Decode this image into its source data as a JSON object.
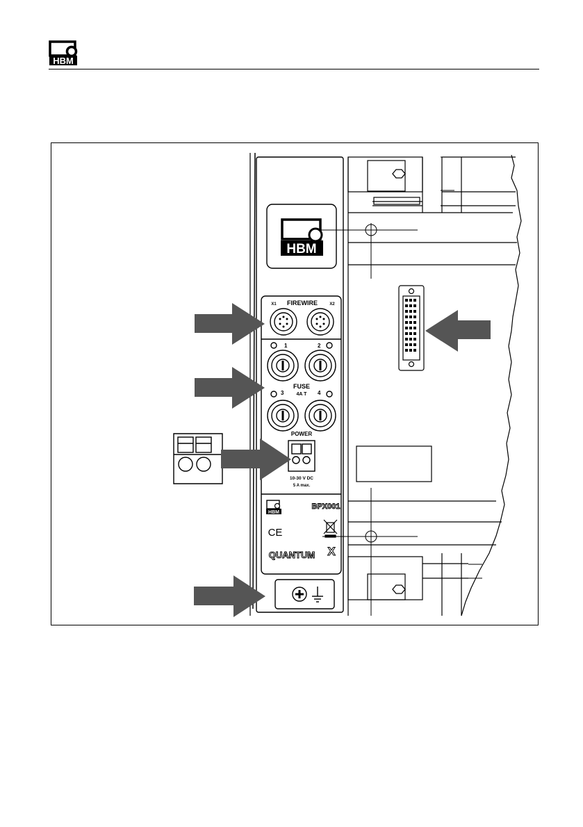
{
  "header": {
    "logo_text": "HBM"
  },
  "figure": {
    "module_logo_text": "HBM",
    "firewire": {
      "label": "FIREWIRE",
      "port_x1": "X1",
      "port_x2": "X2"
    },
    "fuse": {
      "label": "FUSE",
      "rating": "4A T",
      "numbers": [
        "1",
        "2",
        "3",
        "4"
      ]
    },
    "power": {
      "label": "POWER",
      "voltage": "10-30 V DC",
      "current": "5 A max."
    },
    "small_logo_text": "HBM",
    "model": "BPX001",
    "ce_mark": "CE",
    "brand": "QUANTUM",
    "brand_suffix": "X",
    "icons": [
      "hbm-logo-icon",
      "arrow-icon",
      "firewire-port-icon",
      "fuse-holder-icon",
      "power-terminal-icon",
      "d-sub-connector-icon",
      "weee-bin-icon",
      "ground-screw-icon"
    ]
  }
}
